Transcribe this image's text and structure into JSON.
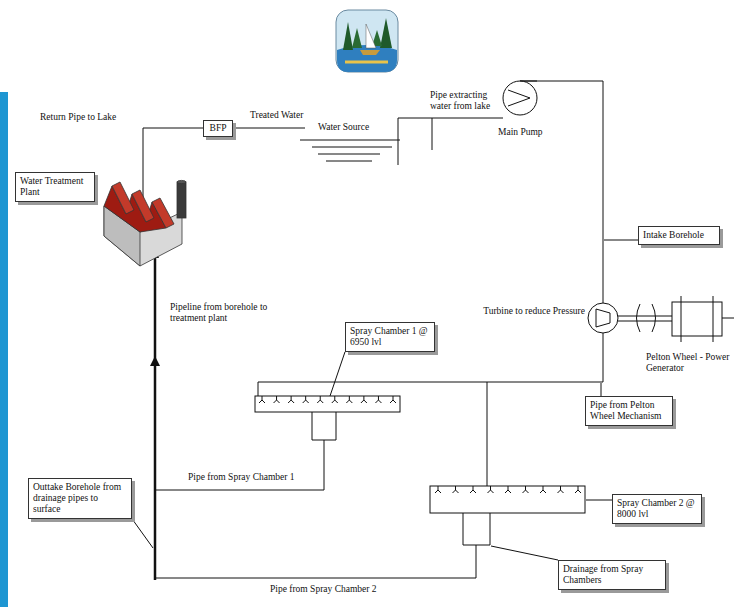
{
  "diagram": {
    "nodes": [
      {
        "text": [
          "Water Treatment Plant"
        ]
      },
      {
        "text": [
          "BFP"
        ]
      },
      {
        "text": [
          "Spray Chamber 1 @ 6950 lvl"
        ]
      },
      {
        "text": [
          "Spray Chamber 2 @ 8000 lvl"
        ]
      },
      {
        "text": [
          "Intake Borehole"
        ]
      },
      {
        "text": [
          "Pipe from Pelton Wheel Mechanism"
        ]
      },
      {
        "text": [
          "Outtake Borehole from drainage pipes to surface"
        ]
      },
      {
        "text": [
          "Drainage from Spray Chambers"
        ]
      }
    ],
    "labels": [
      "Return Pipe to Lake",
      "Treated Water",
      "Water Source",
      "Pipe extracting water from lake",
      "Main Pump",
      "Turbine to reduce Pressure",
      "Pelton Wheel - Power Generator",
      "Pipeline from borehole to treatment plant",
      "Pipe from Spray Chamber 1",
      "Pipe from Spray Chamber 2"
    ]
  }
}
